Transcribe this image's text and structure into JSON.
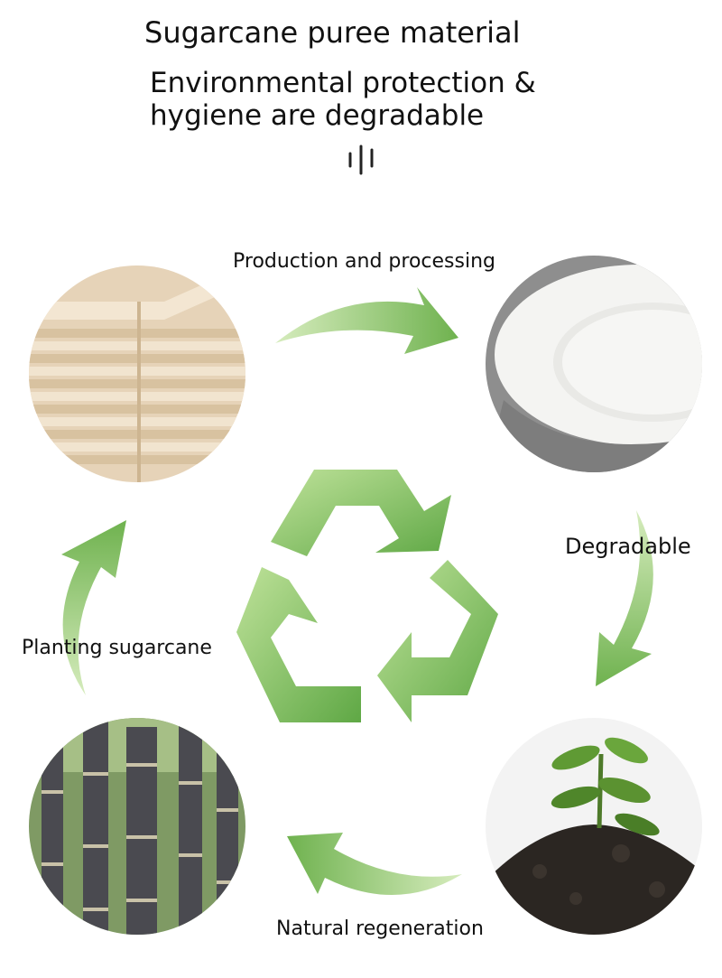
{
  "header": {
    "title": "Sugarcane puree material",
    "subtitle_line1": "Environmental protection &",
    "subtitle_line2": "hygiene are degradable"
  },
  "cycle": {
    "production_label": "Production and processing",
    "degradable_label": "Degradable",
    "regeneration_label": "Natural regeneration",
    "planting_label": "Planting sugarcane"
  },
  "colors": {
    "arrow_light": "#b8dc8c",
    "arrow_dark": "#6fb24f",
    "recycle_light": "#a9d67e",
    "recycle_dark": "#5fa845"
  },
  "images": {
    "board": "bagasse-board-stack",
    "plate": "white-pulp-plate",
    "cane": "sugarcane-stalks",
    "soil": "seedling-in-soil"
  },
  "icons": {
    "tick": "three-lines-icon",
    "recycle": "recycle-icon"
  }
}
